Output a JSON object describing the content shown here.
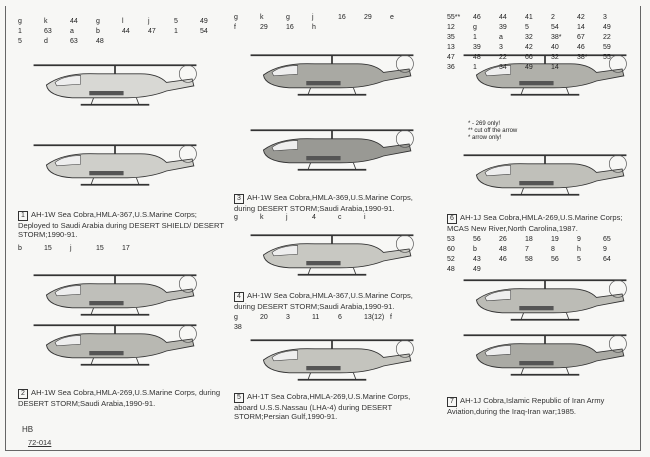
{
  "sheet": {
    "logo": "HB",
    "code": "72-014",
    "panels": [
      {
        "number": "1",
        "caption": "AH-1W Sea Cobra,HMLA-367,U.S.Marine Corps; Deployed to Saudi Arabia during DESERT SHIELD/ DESERT STORM;1990-91.",
        "labels": [
          "g",
          "k",
          "44",
          "g",
          "l",
          "j",
          "5",
          "49",
          "1",
          "63",
          "a",
          "b",
          "44",
          "47",
          "1",
          "54",
          "5",
          "d",
          "63",
          "48"
        ]
      },
      {
        "number": "2",
        "caption": "AH-1W Sea Cobra,HMLA-269,U.S.Marine Corps, during DESERT STORM;Saudi Arabia,1990-91.",
        "labels": [
          "b",
          "15",
          "j",
          "15",
          "17"
        ]
      },
      {
        "number": "3",
        "caption": "AH-1W Sea Cobra,HMLA-369,U.S.Marine Corps, during DESERT STORM;Saudi Arabia,1990-91.",
        "labels": [
          "g",
          "k",
          "g",
          "j",
          "16",
          "29",
          "e",
          "f",
          "29",
          "16",
          "h"
        ]
      },
      {
        "number": "4",
        "caption": "AH-1W Sea Cobra,HMLA-367,U.S.Marine Corps, during DESERT STORM;Saudi Arabia,1990-91.",
        "labels": [
          "g",
          "k",
          "j",
          "4",
          "c",
          "i"
        ]
      },
      {
        "number": "5",
        "caption": "AH-1T Sea Cobra,HMLA-269,U.S.Marine Corps, aboard U.S.S.Nassau (LHA-4) during DESERT STORM;Persian Gulf,1990-91.",
        "labels": [
          "g",
          "20",
          "3",
          "11",
          "6",
          "13(12)",
          "f",
          "38"
        ]
      },
      {
        "number": "6",
        "caption": "AH-1J Sea Cobra,HMLA-269,U.S.Marine Corps; MCAS New River,North Carolina,1987.",
        "labels": [
          "55**",
          "46",
          "44",
          "41",
          "2",
          "42",
          "3",
          "12",
          "g",
          "39",
          "5",
          "54",
          "14",
          "49",
          "35",
          "1",
          "a",
          "32",
          "38*",
          "67",
          "22",
          "13",
          "39",
          "3",
          "42",
          "40",
          "46",
          "59",
          "47",
          "48",
          "22",
          "66",
          "32",
          "38*",
          "55",
          "36",
          "1",
          "34",
          "49",
          "14"
        ],
        "notes": [
          "* - 269 only!",
          "** cut off the arrow",
          "* arrow only!"
        ]
      },
      {
        "number": "7",
        "caption": "AH-1J Cobra,Islamic Republic of Iran Army Aviation,during the Iraq-Iran war;1985.",
        "labels": [
          "53",
          "56",
          "26",
          "18",
          "19",
          "9",
          "65",
          "60",
          "b",
          "48",
          "7",
          "8",
          "h",
          "9",
          "52",
          "43",
          "46",
          "58",
          "56",
          "5",
          "64",
          "48",
          "49"
        ]
      }
    ]
  }
}
